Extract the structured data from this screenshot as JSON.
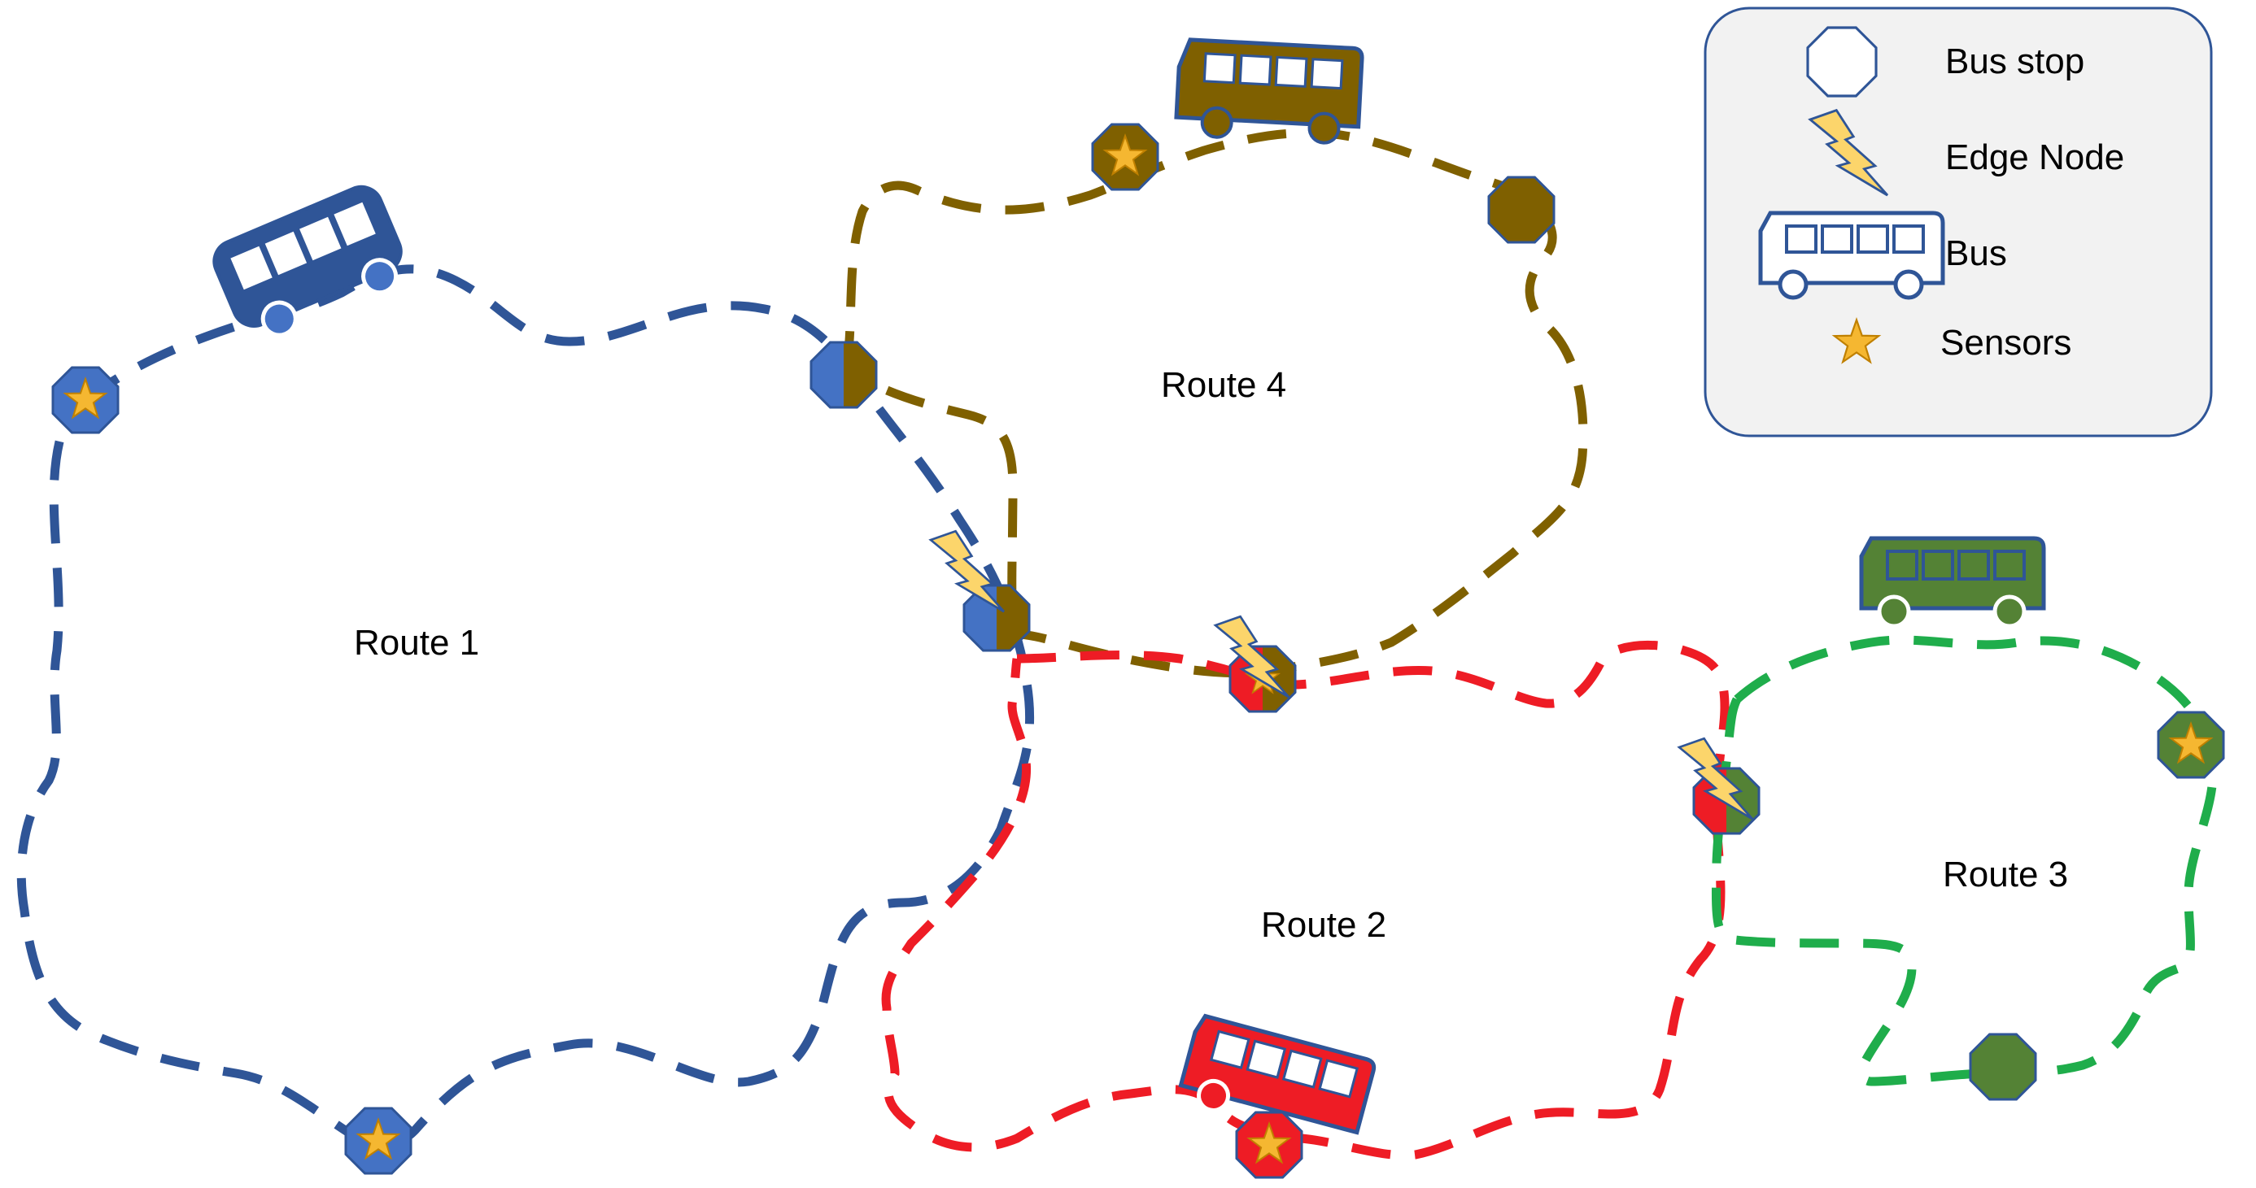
{
  "routes": [
    {
      "label": "Route 1",
      "color": "#2f5597"
    },
    {
      "label": "Route 2",
      "color": "#ee1c25"
    },
    {
      "label": "Route 3",
      "color": "#1fad4b"
    },
    {
      "label": "Route 4",
      "color": "#7f6000"
    }
  ],
  "legend": {
    "bus_stop": "Bus stop",
    "edge_node": "Edge Node",
    "bus": "Bus",
    "sensors": "Sensors"
  },
  "colors": {
    "route1_blue": "#2f5597",
    "stop_blue": "#4472c4",
    "route2_red": "#ee1c25",
    "route3_green": "#1fad4b",
    "bus3_green": "#548235",
    "route4_brown": "#7f6000",
    "sensor_gold": "#f5b731",
    "bolt_gold": "#fcd56b",
    "legend_bg": "#f2f2f2"
  },
  "icons": [
    "octagon-stop-icon",
    "lightning-edge-node-icon",
    "bus-icon",
    "star-sensor-icon"
  ]
}
